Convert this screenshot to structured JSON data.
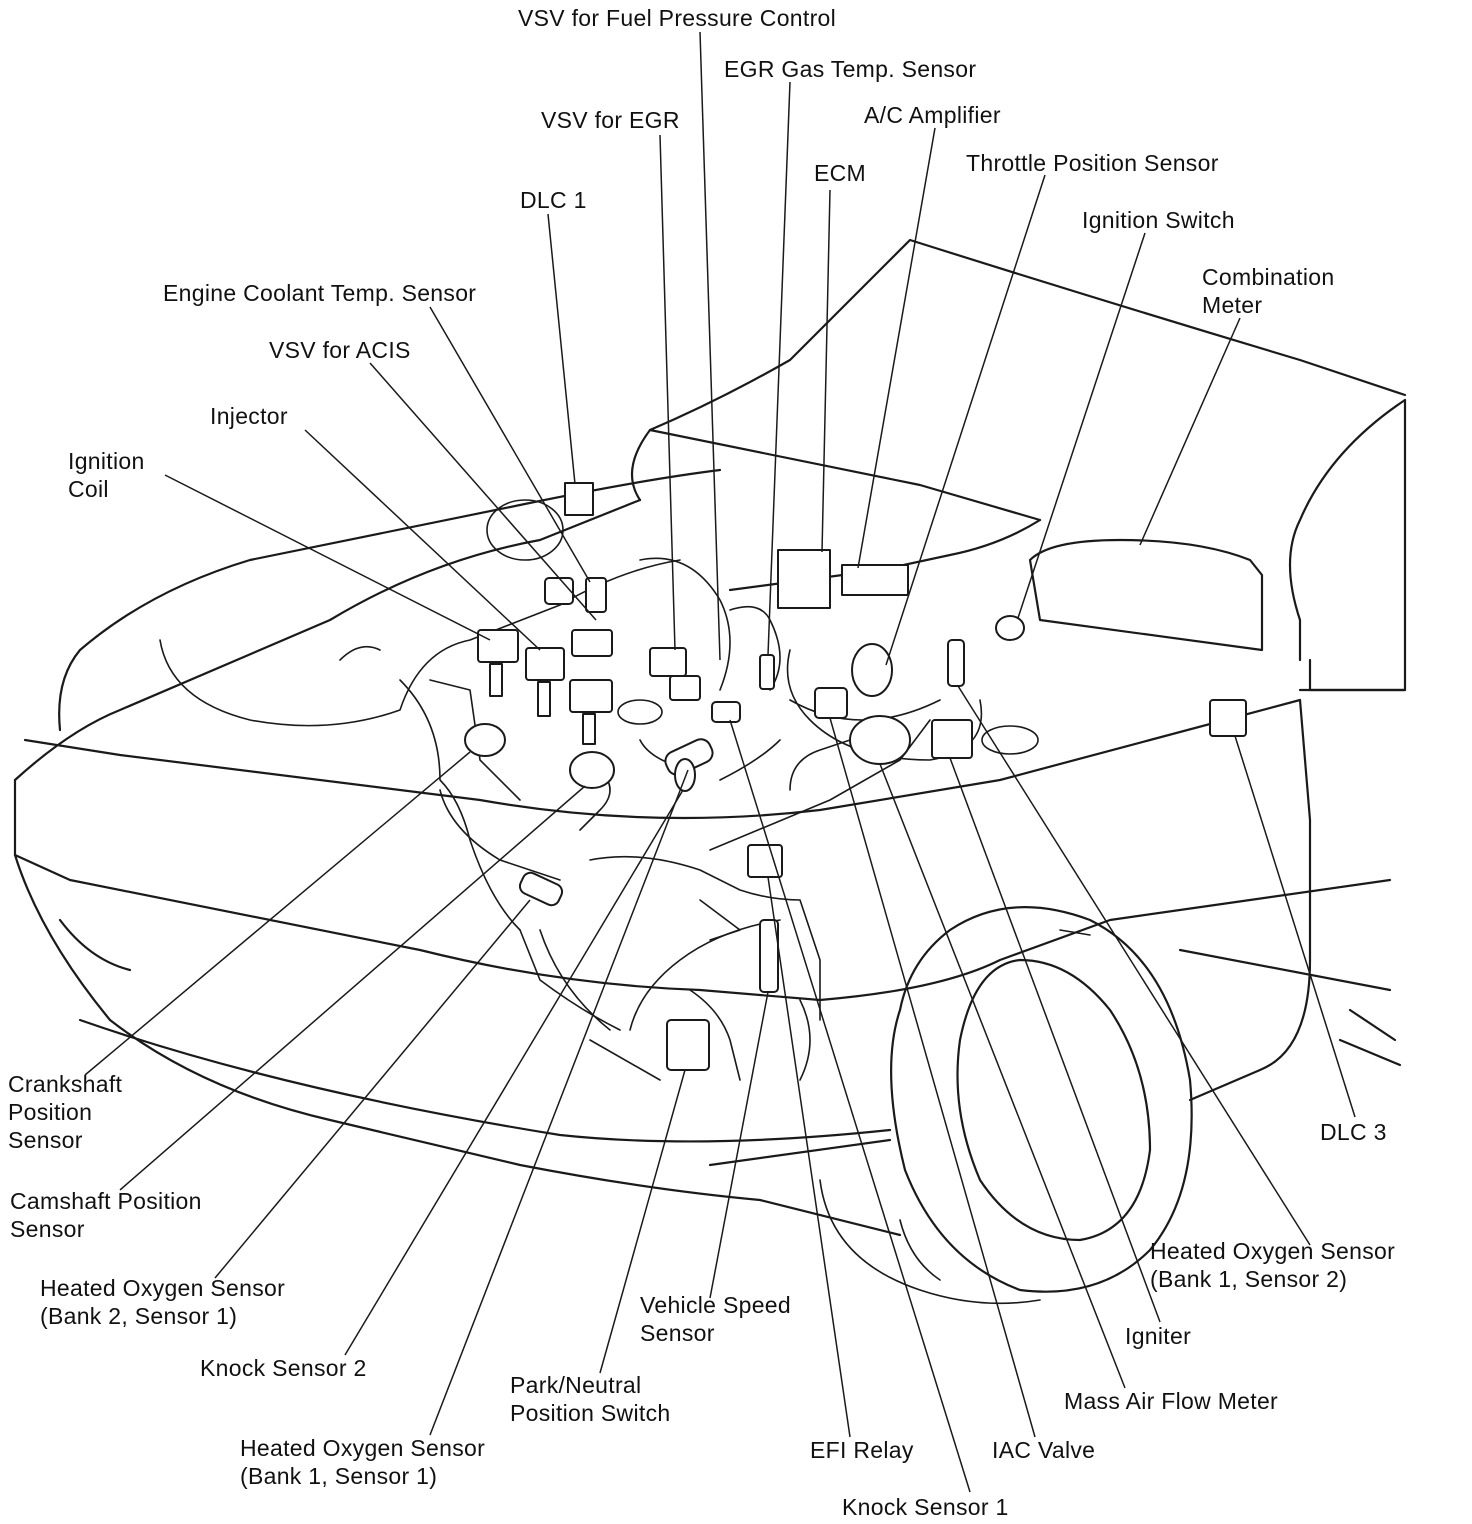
{
  "labels": {
    "vsv_fuel_pressure": "VSV for Fuel Pressure Control",
    "egr_gas_temp": "EGR Gas Temp. Sensor",
    "ac_amplifier": "A/C Amplifier",
    "vsv_egr": "VSV for EGR",
    "ecm": "ECM",
    "throttle_position": "Throttle Position Sensor",
    "dlc1": "DLC 1",
    "ignition_switch": "Ignition Switch",
    "combination_meter": [
      "Combination",
      "Meter"
    ],
    "engine_coolant_temp": "Engine Coolant Temp. Sensor",
    "vsv_acis": "VSV for ACIS",
    "injector": "Injector",
    "ignition_coil": [
      "Ignition",
      "Coil"
    ],
    "crankshaft_position": [
      "Crankshaft",
      "Position",
      "Sensor"
    ],
    "camshaft_position": [
      "Camshaft Position",
      "Sensor"
    ],
    "ho2_bank2_sensor1": [
      "Heated Oxygen Sensor",
      "(Bank 2, Sensor 1)"
    ],
    "knock_sensor_2": "Knock Sensor 2",
    "ho2_bank1_sensor1": [
      "Heated Oxygen Sensor",
      "(Bank 1, Sensor 1)"
    ],
    "park_neutral": [
      "Park/Neutral",
      "Position Switch"
    ],
    "vehicle_speed": [
      "Vehicle Speed",
      "Sensor"
    ],
    "efi_relay": "EFI Relay",
    "knock_sensor_1": "Knock Sensor 1",
    "iac_valve": "IAC Valve",
    "mass_air_flow": "Mass Air Flow Meter",
    "igniter": "Igniter",
    "ho2_bank1_sensor2": [
      "Heated Oxygen Sensor",
      "(Bank 1, Sensor 2)"
    ],
    "dlc3": "DLC 3"
  }
}
